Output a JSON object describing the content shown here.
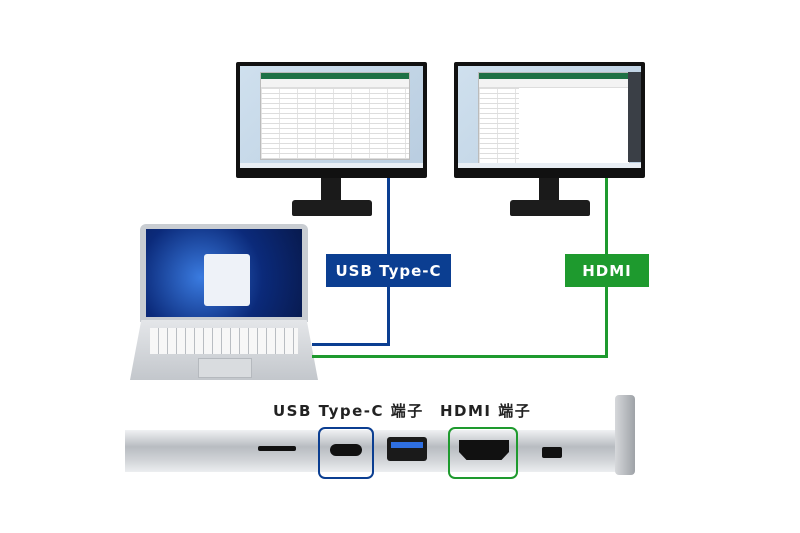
{
  "connections": {
    "usb_c": {
      "label": "USB Type-C",
      "color": "#0b3e91"
    },
    "hdmi": {
      "label": "HDMI",
      "color": "#1e9a2e"
    }
  },
  "ports": {
    "usb_c_label": "USB Type-C 端子",
    "hdmi_label": "HDMI 端子"
  }
}
